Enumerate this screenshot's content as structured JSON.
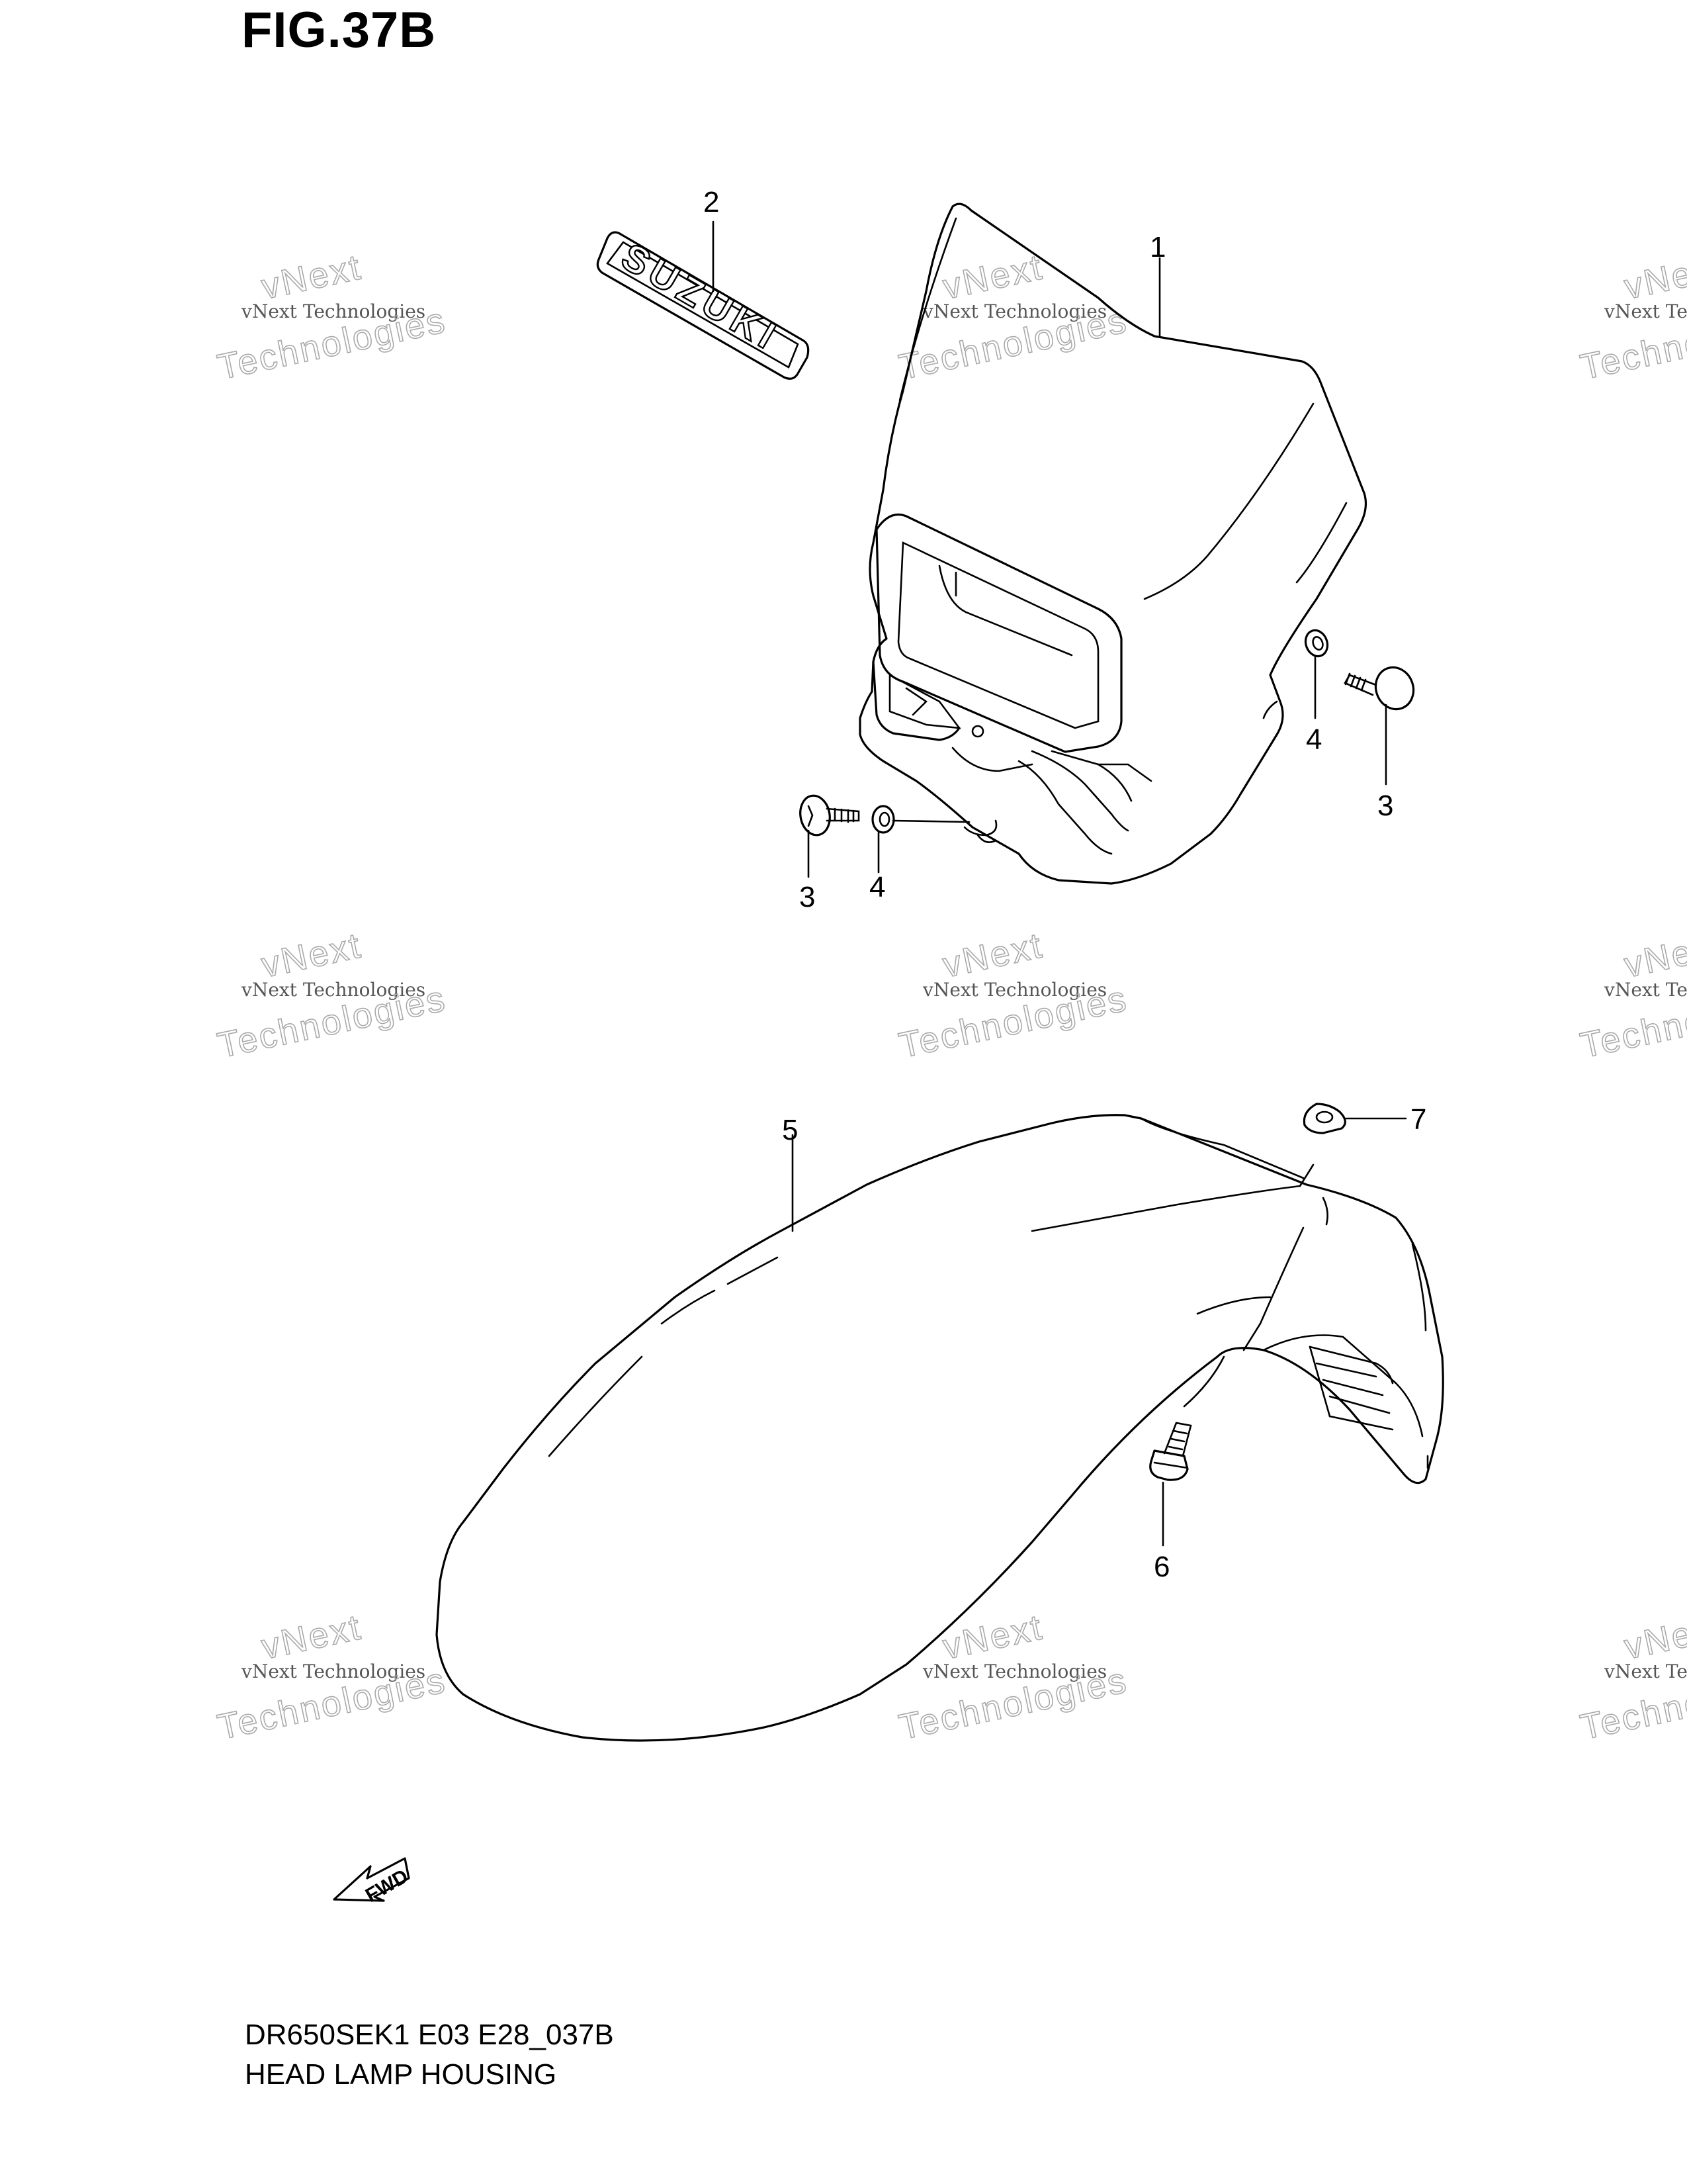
{
  "figure": {
    "title": "FIG.37B",
    "model_code": "DR650SEK1 E03 E28_037B",
    "section_name": "HEAD LAMP HOUSING"
  },
  "callouts": [
    "1",
    "2",
    "3",
    "3",
    "4",
    "4",
    "5",
    "6",
    "7"
  ],
  "emblem_text": "SUZUKI",
  "fwd_label": "FWD",
  "watermark": {
    "line1": "vNext Technologies",
    "line2": "Technologies",
    "line3": "vNext"
  }
}
